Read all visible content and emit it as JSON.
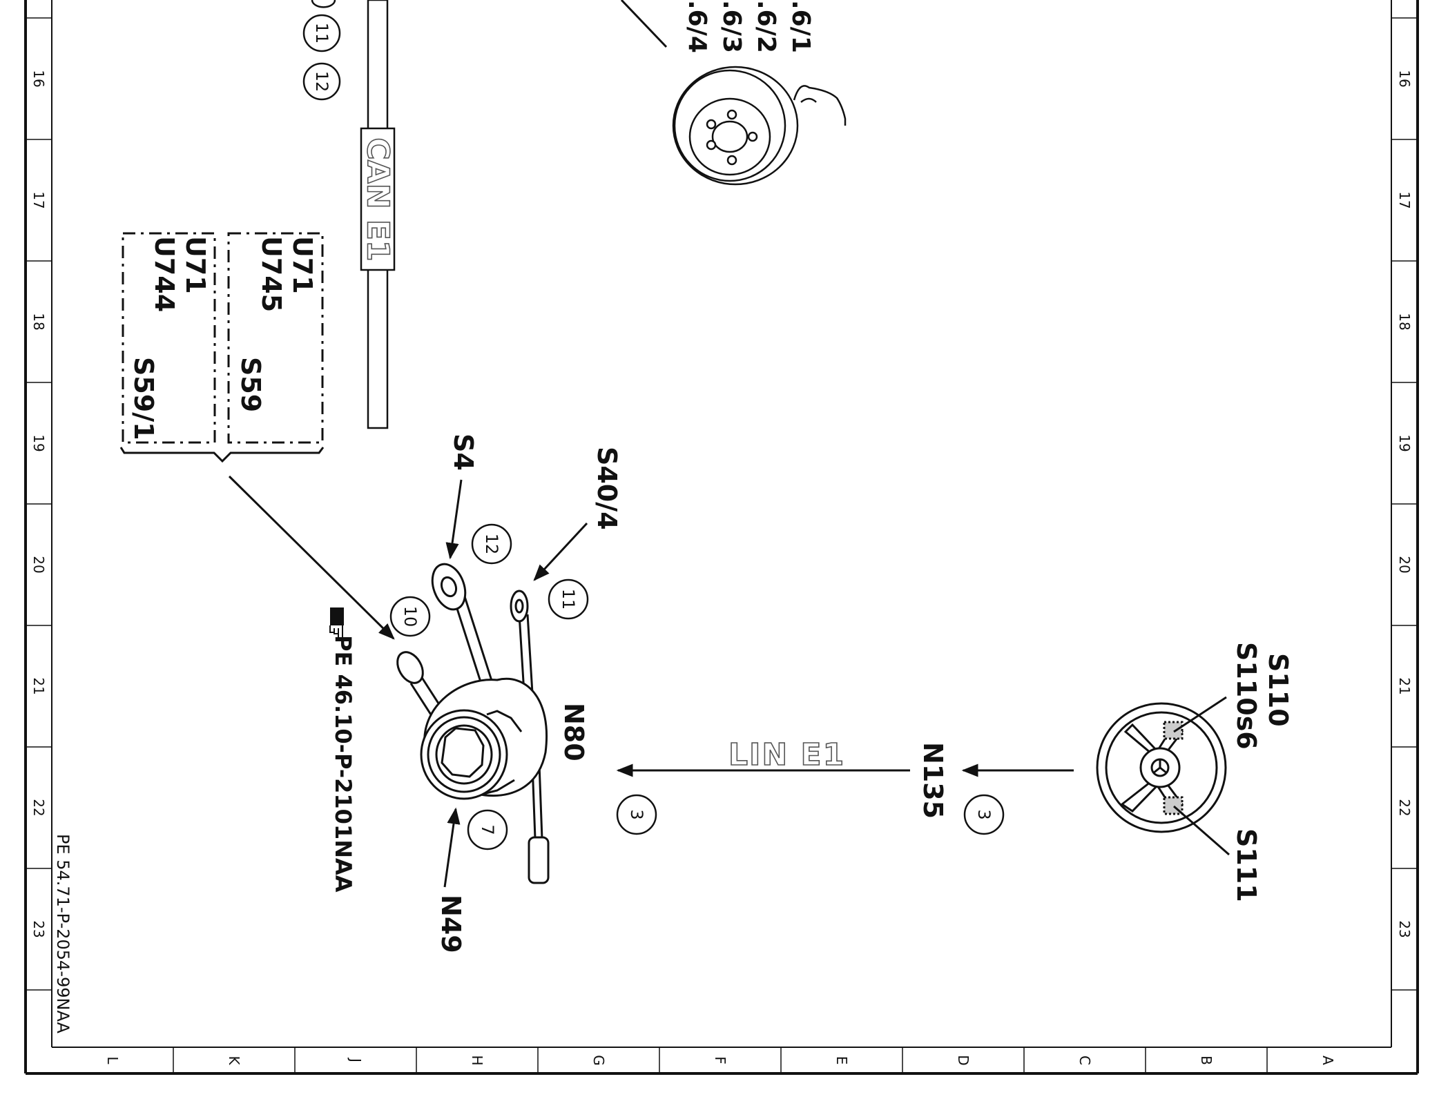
{
  "frame": {
    "row_labels": [
      "16",
      "17",
      "18",
      "19",
      "20",
      "21",
      "22",
      "23"
    ],
    "column_labels": [
      "L",
      "K",
      "J",
      "H",
      "G",
      "F",
      "E",
      "D",
      "C",
      "B",
      "A"
    ],
    "drawing_number": "PE 54.71-P-2054-99NAA"
  },
  "labels": {
    "top_ref_1": ".6/1",
    "top_ref_2": ".6/2",
    "top_ref_3": ".6/3",
    "top_ref_4": ".6/4",
    "can_bus": "CAN E1",
    "lin_bus": "LIN E1",
    "box1_u71": "U71",
    "box1_u744": "U744",
    "box1_s591": "S59/1",
    "box2_u71": "U71",
    "box2_u745": "U745",
    "box2_s59": "S59",
    "s4": "S4",
    "s40_4": "S40/4",
    "n80": "N80",
    "n49": "N49",
    "n135": "N135",
    "s110": "S110",
    "s110s6": "S110s6",
    "s111": "S111",
    "ref_doc": "PE 46.10-P-2101NAA"
  },
  "callouts": {
    "c11_top": "11",
    "c12_top": "12",
    "c12": "12",
    "c10": "10",
    "c11": "11",
    "c7": "7",
    "c3_left": "3",
    "c3_right": "3"
  },
  "colors": {
    "line": "#111111",
    "outline_text": "#555555"
  }
}
